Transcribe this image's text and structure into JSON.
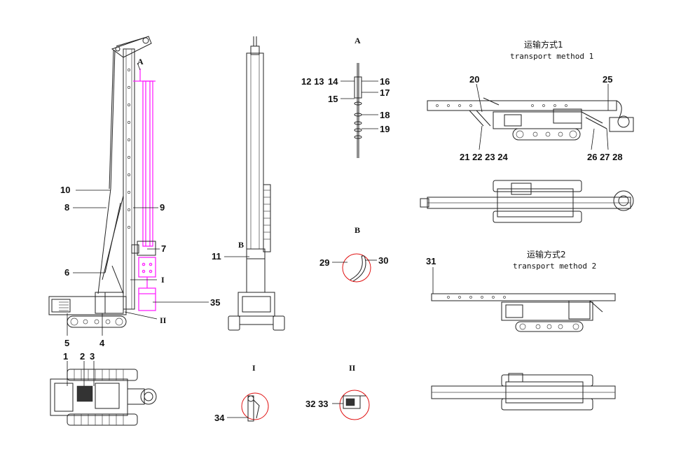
{
  "labels": {
    "n1": "1",
    "n2": "2",
    "n3": "3",
    "n4": "4",
    "n5": "5",
    "n6": "6",
    "n7": "7",
    "n8": "8",
    "n9": "9",
    "n10": "10",
    "n11": "11",
    "n12_13": "12 13",
    "n14": "14",
    "n15": "15",
    "n16": "16",
    "n17": "17",
    "n18": "18",
    "n19": "19",
    "n20": "20",
    "n21_24": "21 22 23 24",
    "n25": "25",
    "n26_28": "26 27 28",
    "n29": "29",
    "n30": "30",
    "n31": "31",
    "n32_33": "32 33",
    "n34": "34",
    "n35": "35"
  },
  "view_labels": {
    "A_top": "A",
    "A_detail": "A",
    "B_main": "B",
    "B_detail": "B",
    "I_main": "I",
    "I_detail": "I",
    "II_main": "II",
    "II_detail": "II"
  },
  "captions": {
    "transport1_cn": "运输方式1",
    "transport1_en": "transport method 1",
    "transport2_cn": "运输方式2",
    "transport2_en": "transport method 2"
  },
  "colors": {
    "kelly_bar": "#ff22ff",
    "detail_circle": "#e01010",
    "line": "#222222"
  }
}
